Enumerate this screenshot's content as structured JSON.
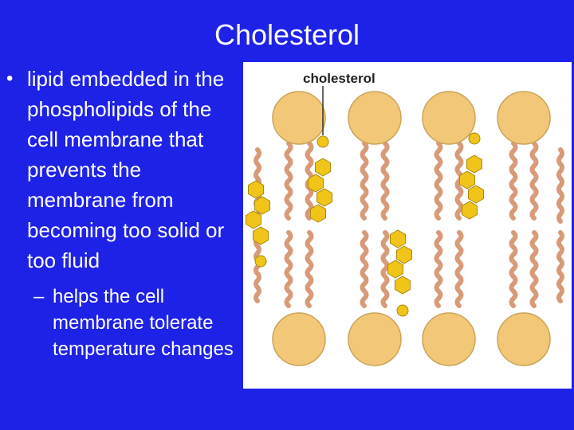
{
  "title": "Cholesterol",
  "bullet": {
    "marker": "•",
    "text": "lipid embedded in the phospholipids of the cell membrane that prevents the membrane from becoming too solid or too fluid"
  },
  "sub_bullet": {
    "marker": "–",
    "text": "helps the cell membrane tolerate temperature changes"
  },
  "figure": {
    "label": "cholesterol",
    "colors": {
      "background": "#1e22e6",
      "head": "#f2c878",
      "tail": "#d99a78",
      "cholesterol": "#f0c419"
    }
  }
}
